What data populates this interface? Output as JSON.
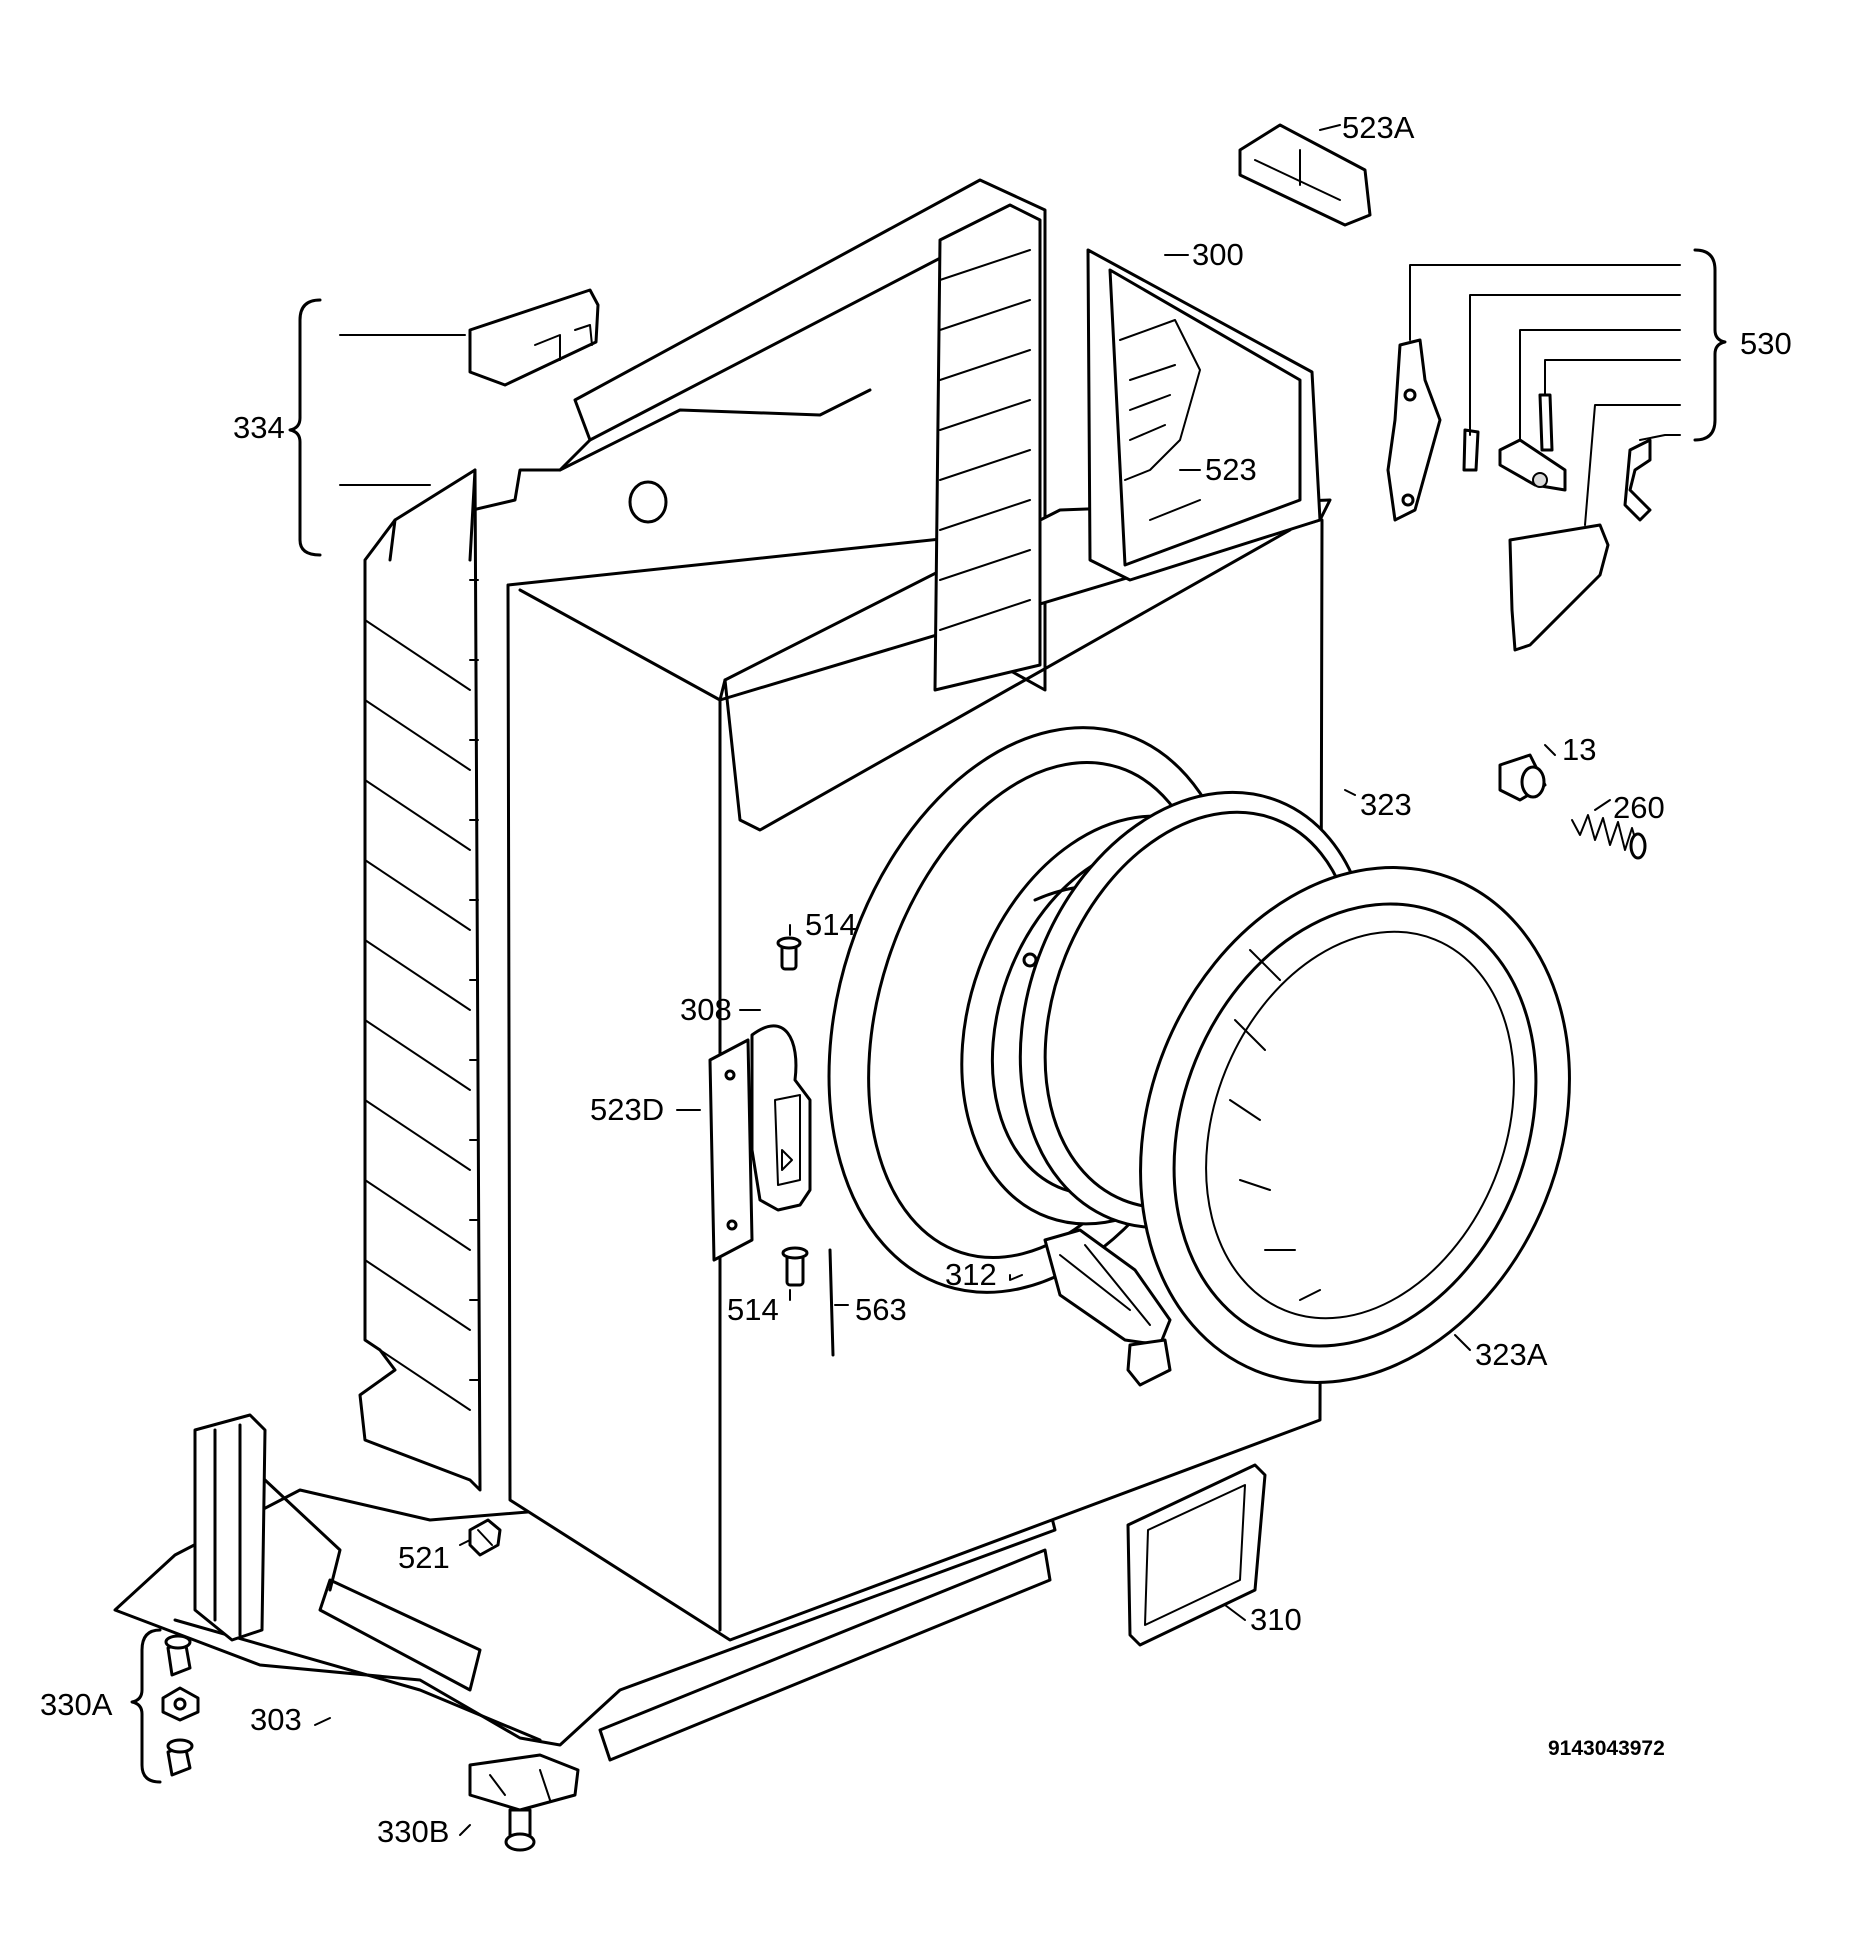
{
  "diagram": {
    "part_labels": {
      "p523A": "523A",
      "p300": "300",
      "p530": "530",
      "p334": "334",
      "p523": "523",
      "p13": "13",
      "p323": "323",
      "p260": "260",
      "p514_top": "514",
      "p308": "308",
      "p523D": "523D",
      "p312": "312",
      "p514_bottom": "514",
      "p563": "563",
      "p323A": "323A",
      "p521": "521",
      "p310": "310",
      "p330A": "330A",
      "p303": "303",
      "p330B": "330B"
    },
    "drawing_code": "9143043972"
  }
}
